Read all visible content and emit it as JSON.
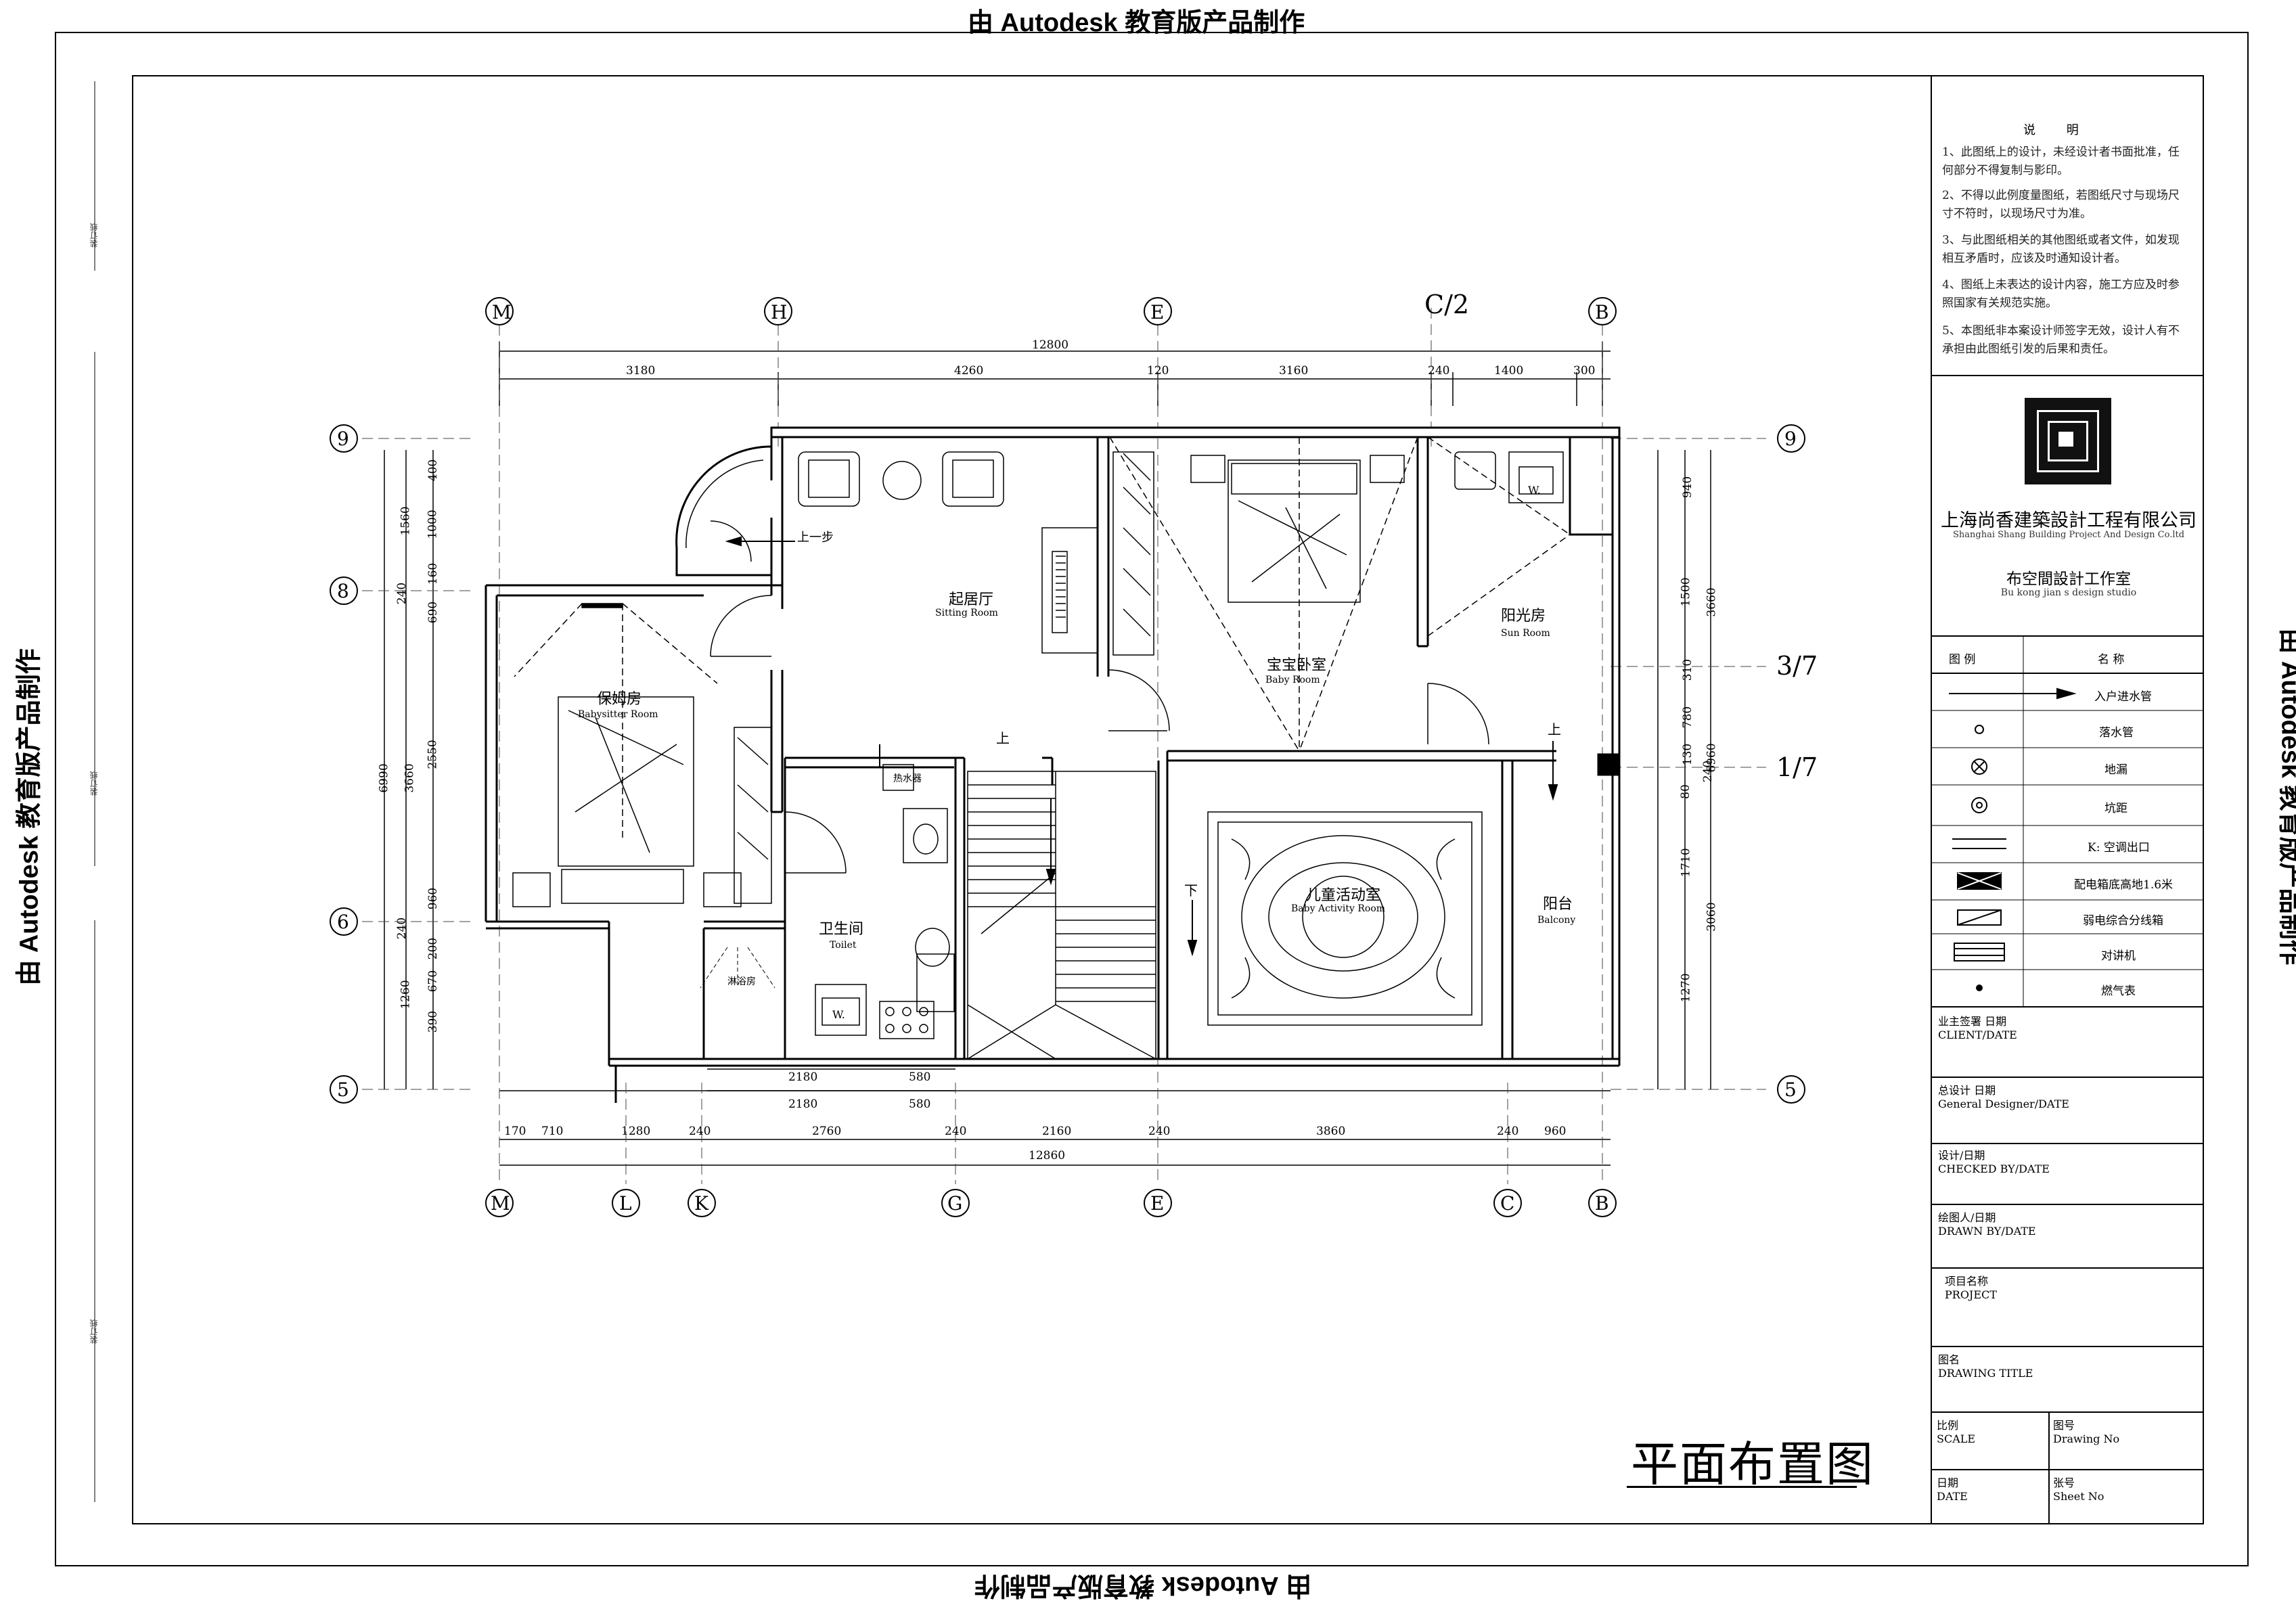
{
  "watermark": "由 Autodesk 教育版产品制作",
  "drawing_title": "平面布置图",
  "side_caption": "装订线",
  "notes": {
    "title": "说 明",
    "items": [
      "1、此图纸上的设计，未经设计者书面批准，任何部分不得复制与影印。",
      "2、不得以此例度量图纸，若图纸尺寸与现场尺寸不符时，以现场尺寸为准。",
      "3、与此图纸相关的其他图纸或者文件，如发现相互矛盾时，应该及时通知设计者。",
      "4、图纸上未表达的设计内容，施工方应及时参照国家有关规范实施。",
      "5、本图纸非本案设计师签字无效，设计人有不承担由此图纸引发的后果和责任。"
    ]
  },
  "company": {
    "name_cn": "上海尚香建築設計工程有限公司",
    "name_en": "Shanghai Shang Building Project And Design Co.ltd",
    "studio_cn": "布空間設計工作室",
    "studio_en": "Bu kong jian s design studio"
  },
  "legend": {
    "header_symbol": "图 例",
    "header_name": "名 称",
    "items": [
      {
        "icon": "arrow-icon",
        "name": "入户进水管"
      },
      {
        "icon": "circle-icon",
        "name": "落水管"
      },
      {
        "icon": "floor-drain-icon",
        "name": "地漏"
      },
      {
        "icon": "pit-icon",
        "name": "坑距"
      },
      {
        "icon": "ac-outlet-icon",
        "name": "K: 空调出口"
      },
      {
        "icon": "distribution-box-icon",
        "name": "配电箱底高地1.6米"
      },
      {
        "icon": "weak-current-box-icon",
        "name": "弱电综合分线箱"
      },
      {
        "icon": "intercom-icon",
        "name": "对讲机"
      },
      {
        "icon": "gas-meter-icon",
        "name": "燃气表"
      }
    ]
  },
  "fields": {
    "client": {
      "cn": "业主签署 日期",
      "en": "CLIENT/DATE"
    },
    "designer": {
      "cn": "总设计 日期",
      "en": "General Designer/DATE"
    },
    "checked": {
      "cn": "设计/日期",
      "en": "CHECKED BY/DATE"
    },
    "drawn": {
      "cn": "绘图人/日期",
      "en": "DRAWN BY/DATE"
    },
    "project": {
      "cn": "项目名称",
      "en": "PROJECT"
    },
    "drawing": {
      "cn": "图名",
      "en": "DRAWING TITLE"
    },
    "scale": {
      "cn": "比例",
      "en": "SCALE"
    },
    "drawing_no": {
      "cn": "图号",
      "en": "Drawing No"
    },
    "date": {
      "cn": "日期",
      "en": "DATE"
    },
    "sheet": {
      "cn": "张号",
      "en": "Sheet No"
    }
  },
  "grid": {
    "top": [
      "M",
      "H",
      "E",
      "C/2",
      "B"
    ],
    "bottom": [
      "M",
      "L",
      "K",
      "G",
      "E",
      "C",
      "B"
    ],
    "left": [
      "9",
      "8",
      "6",
      "5"
    ],
    "right": [
      "9",
      "3/7",
      "1/7",
      "5"
    ]
  },
  "dimensions": {
    "top_total": "12800",
    "top": [
      "3180",
      "4260",
      "120",
      "3160",
      "240",
      "1400",
      "300"
    ],
    "bottom_total": "12860",
    "bottom": [
      "170",
      "710",
      "1280",
      "240",
      "2760",
      "240",
      "2160",
      "240",
      "3860",
      "240",
      "960"
    ],
    "bottom_inner": [
      "2180",
      "580",
      "2180",
      "580"
    ],
    "left_total": "6990",
    "left_mid": [
      "3660"
    ],
    "left": [
      "400",
      "1000",
      "160",
      "240",
      "690",
      "2550",
      "960",
      "240",
      "200",
      "670",
      "390",
      "1260",
      "1560"
    ],
    "right_total": "6960",
    "right": [
      "940",
      "1500",
      "3660",
      "310",
      "780",
      "130",
      "80",
      "240",
      "1710",
      "3060",
      "1270"
    ]
  },
  "rooms": [
    {
      "cn": "起居厅",
      "en": "Sitting Room"
    },
    {
      "cn": "宝宝卧室",
      "en": "Baby Room"
    },
    {
      "cn": "阳光房",
      "en": "Sun Room"
    },
    {
      "cn": "保姆房",
      "en": "Babysitter Room"
    },
    {
      "cn": "卫生间",
      "en": "Toilet"
    },
    {
      "cn": "儿童活动室",
      "en": "Baby Activity Room"
    },
    {
      "cn": "阳台",
      "en": "Balcony"
    }
  ],
  "annotations": {
    "step_up": "上一步",
    "up": "上",
    "down": "下",
    "shower": "淋浴房",
    "washer": "W.",
    "water_heater": "热水器"
  }
}
